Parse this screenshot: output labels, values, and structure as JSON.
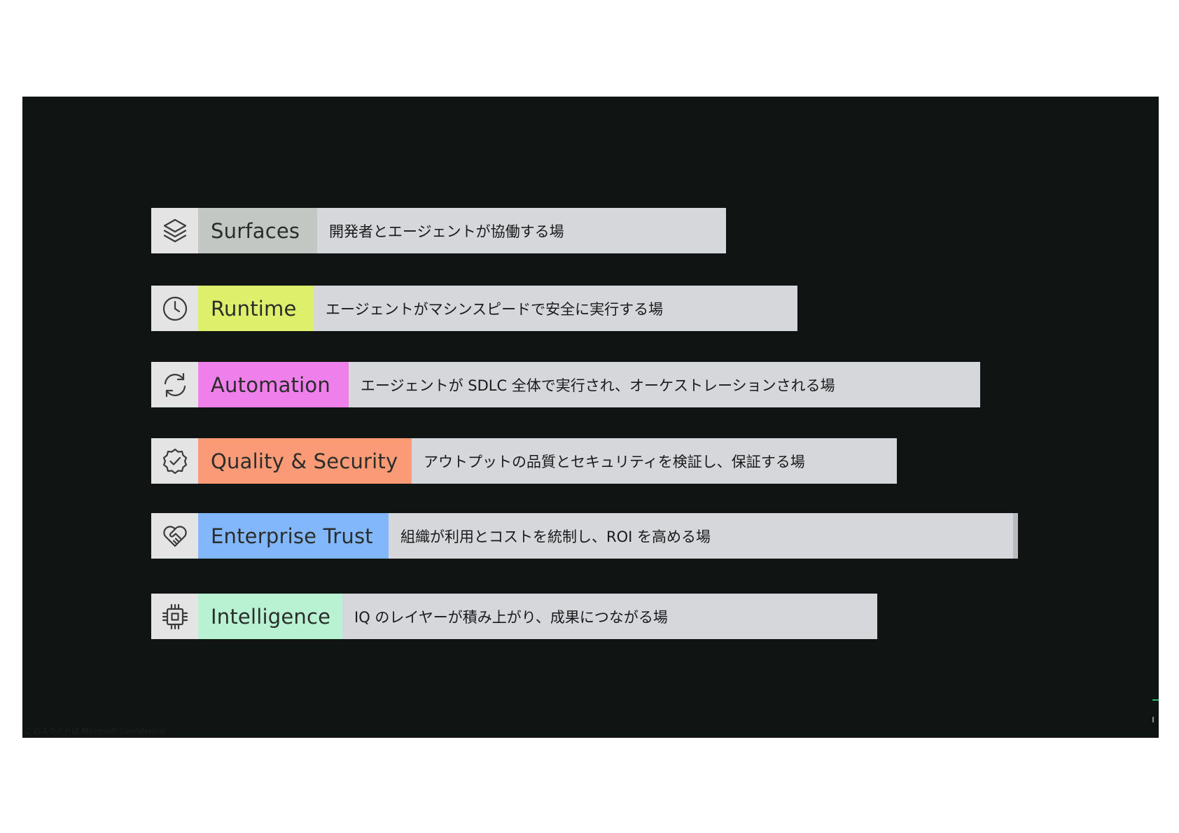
{
  "rows": [
    {
      "id": "surfaces",
      "icon": "layers-icon",
      "label": "Surfaces",
      "description": "開発者とエージェントが協働する場",
      "label_color": "#c3c7c4"
    },
    {
      "id": "runtime",
      "icon": "clock-icon",
      "label": "Runtime",
      "description": "エージェントがマシンスピードで安全に実行する場",
      "label_color": "#def06b"
    },
    {
      "id": "automation",
      "icon": "refresh-icon",
      "label": "Automation",
      "description": "エージェントが SDLC 全体で実行され、オーケストレーションされる場",
      "label_color": "#ef80eb"
    },
    {
      "id": "quality-security",
      "icon": "verified-badge-icon",
      "label": "Quality & Security",
      "description": "アウトプットの品質とセキュリティを検証し、保証する場",
      "label_color": "#fb9a76"
    },
    {
      "id": "enterprise-trust",
      "icon": "heart-handshake-icon",
      "label": "Enterprise Trust",
      "description": "組織が利用とコストを統制し、ROI を高める場",
      "label_color": "#82b8fb"
    },
    {
      "id": "intelligence",
      "icon": "chip-icon",
      "label": "Intelligence",
      "description": "IQ のレイヤーが積み上がり、成果につながる場",
      "label_color": "#b9f2d3"
    }
  ],
  "footer": {
    "text": "このスライドは Microsoft Confidential"
  }
}
